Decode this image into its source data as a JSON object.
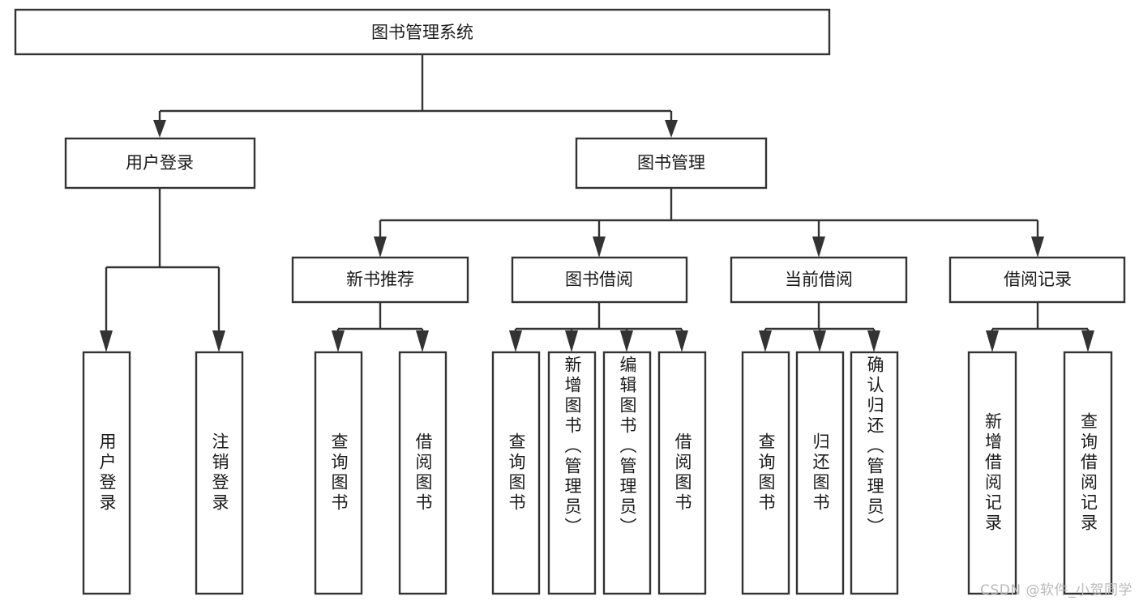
{
  "diagram": {
    "type": "tree",
    "title": "图书管理系统",
    "root": {
      "id": "root",
      "label": "图书管理系统"
    },
    "level2": [
      {
        "id": "user-login",
        "label": "用户登录"
      },
      {
        "id": "book-manage",
        "label": "图书管理"
      }
    ],
    "level3": [
      {
        "id": "new-book-recommend",
        "label": "新书推荐",
        "parent": "book-manage"
      },
      {
        "id": "book-borrow",
        "label": "图书借阅",
        "parent": "book-manage"
      },
      {
        "id": "current-borrow",
        "label": "当前借阅",
        "parent": "book-manage"
      },
      {
        "id": "borrow-record",
        "label": "借阅记录",
        "parent": "book-manage"
      }
    ],
    "leaves": [
      {
        "id": "leaf-user-login",
        "label": "用户登录",
        "parent": "user-login"
      },
      {
        "id": "leaf-user-logout",
        "label": "注销登录",
        "parent": "user-login"
      },
      {
        "id": "leaf-query-book-1",
        "label": "查询图书",
        "parent": "new-book-recommend"
      },
      {
        "id": "leaf-borrow-book-1",
        "label": "借阅图书",
        "parent": "new-book-recommend"
      },
      {
        "id": "leaf-query-book-2",
        "label": "查询图书",
        "parent": "book-borrow"
      },
      {
        "id": "leaf-add-book",
        "label": "新增图书（管理员）",
        "parent": "book-borrow"
      },
      {
        "id": "leaf-edit-book",
        "label": "编辑图书（管理员）",
        "parent": "book-borrow"
      },
      {
        "id": "leaf-borrow-book-2",
        "label": "借阅图书",
        "parent": "book-borrow"
      },
      {
        "id": "leaf-query-book-3",
        "label": "查询图书",
        "parent": "current-borrow"
      },
      {
        "id": "leaf-return-book",
        "label": "归还图书",
        "parent": "current-borrow"
      },
      {
        "id": "leaf-confirm-return",
        "label": "确认归还（管理员）",
        "parent": "current-borrow"
      },
      {
        "id": "leaf-add-record",
        "label": "新增借阅记录",
        "parent": "borrow-record"
      },
      {
        "id": "leaf-query-record",
        "label": "查询借阅记录",
        "parent": "borrow-record"
      }
    ],
    "colors": {
      "box_stroke": "#333333",
      "box_fill": "#ffffff",
      "text": "#1a1a1a",
      "connector": "#333333",
      "background": "#ffffff",
      "watermark": "#b9b9b9"
    }
  },
  "watermark": {
    "text": "CSDN @软件_小贺同学"
  }
}
